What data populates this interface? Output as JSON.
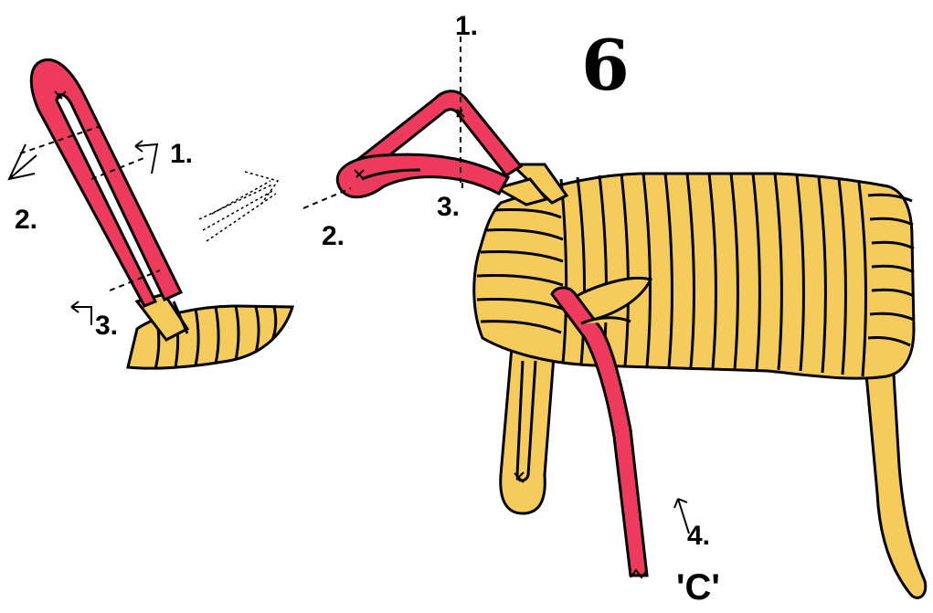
{
  "step_number": "6",
  "colors": {
    "rope_yellow": "#F5CB5C",
    "rope_red": "#EE3A5C",
    "outline": "#000000",
    "background": "#FFFFFF"
  },
  "left_figure": {
    "labels": {
      "one": "1.",
      "two": "2.",
      "three": "3."
    }
  },
  "right_figure": {
    "labels": {
      "one": "1.",
      "two": "2.",
      "three": "3.",
      "four": "4.",
      "end": "'C'"
    }
  }
}
